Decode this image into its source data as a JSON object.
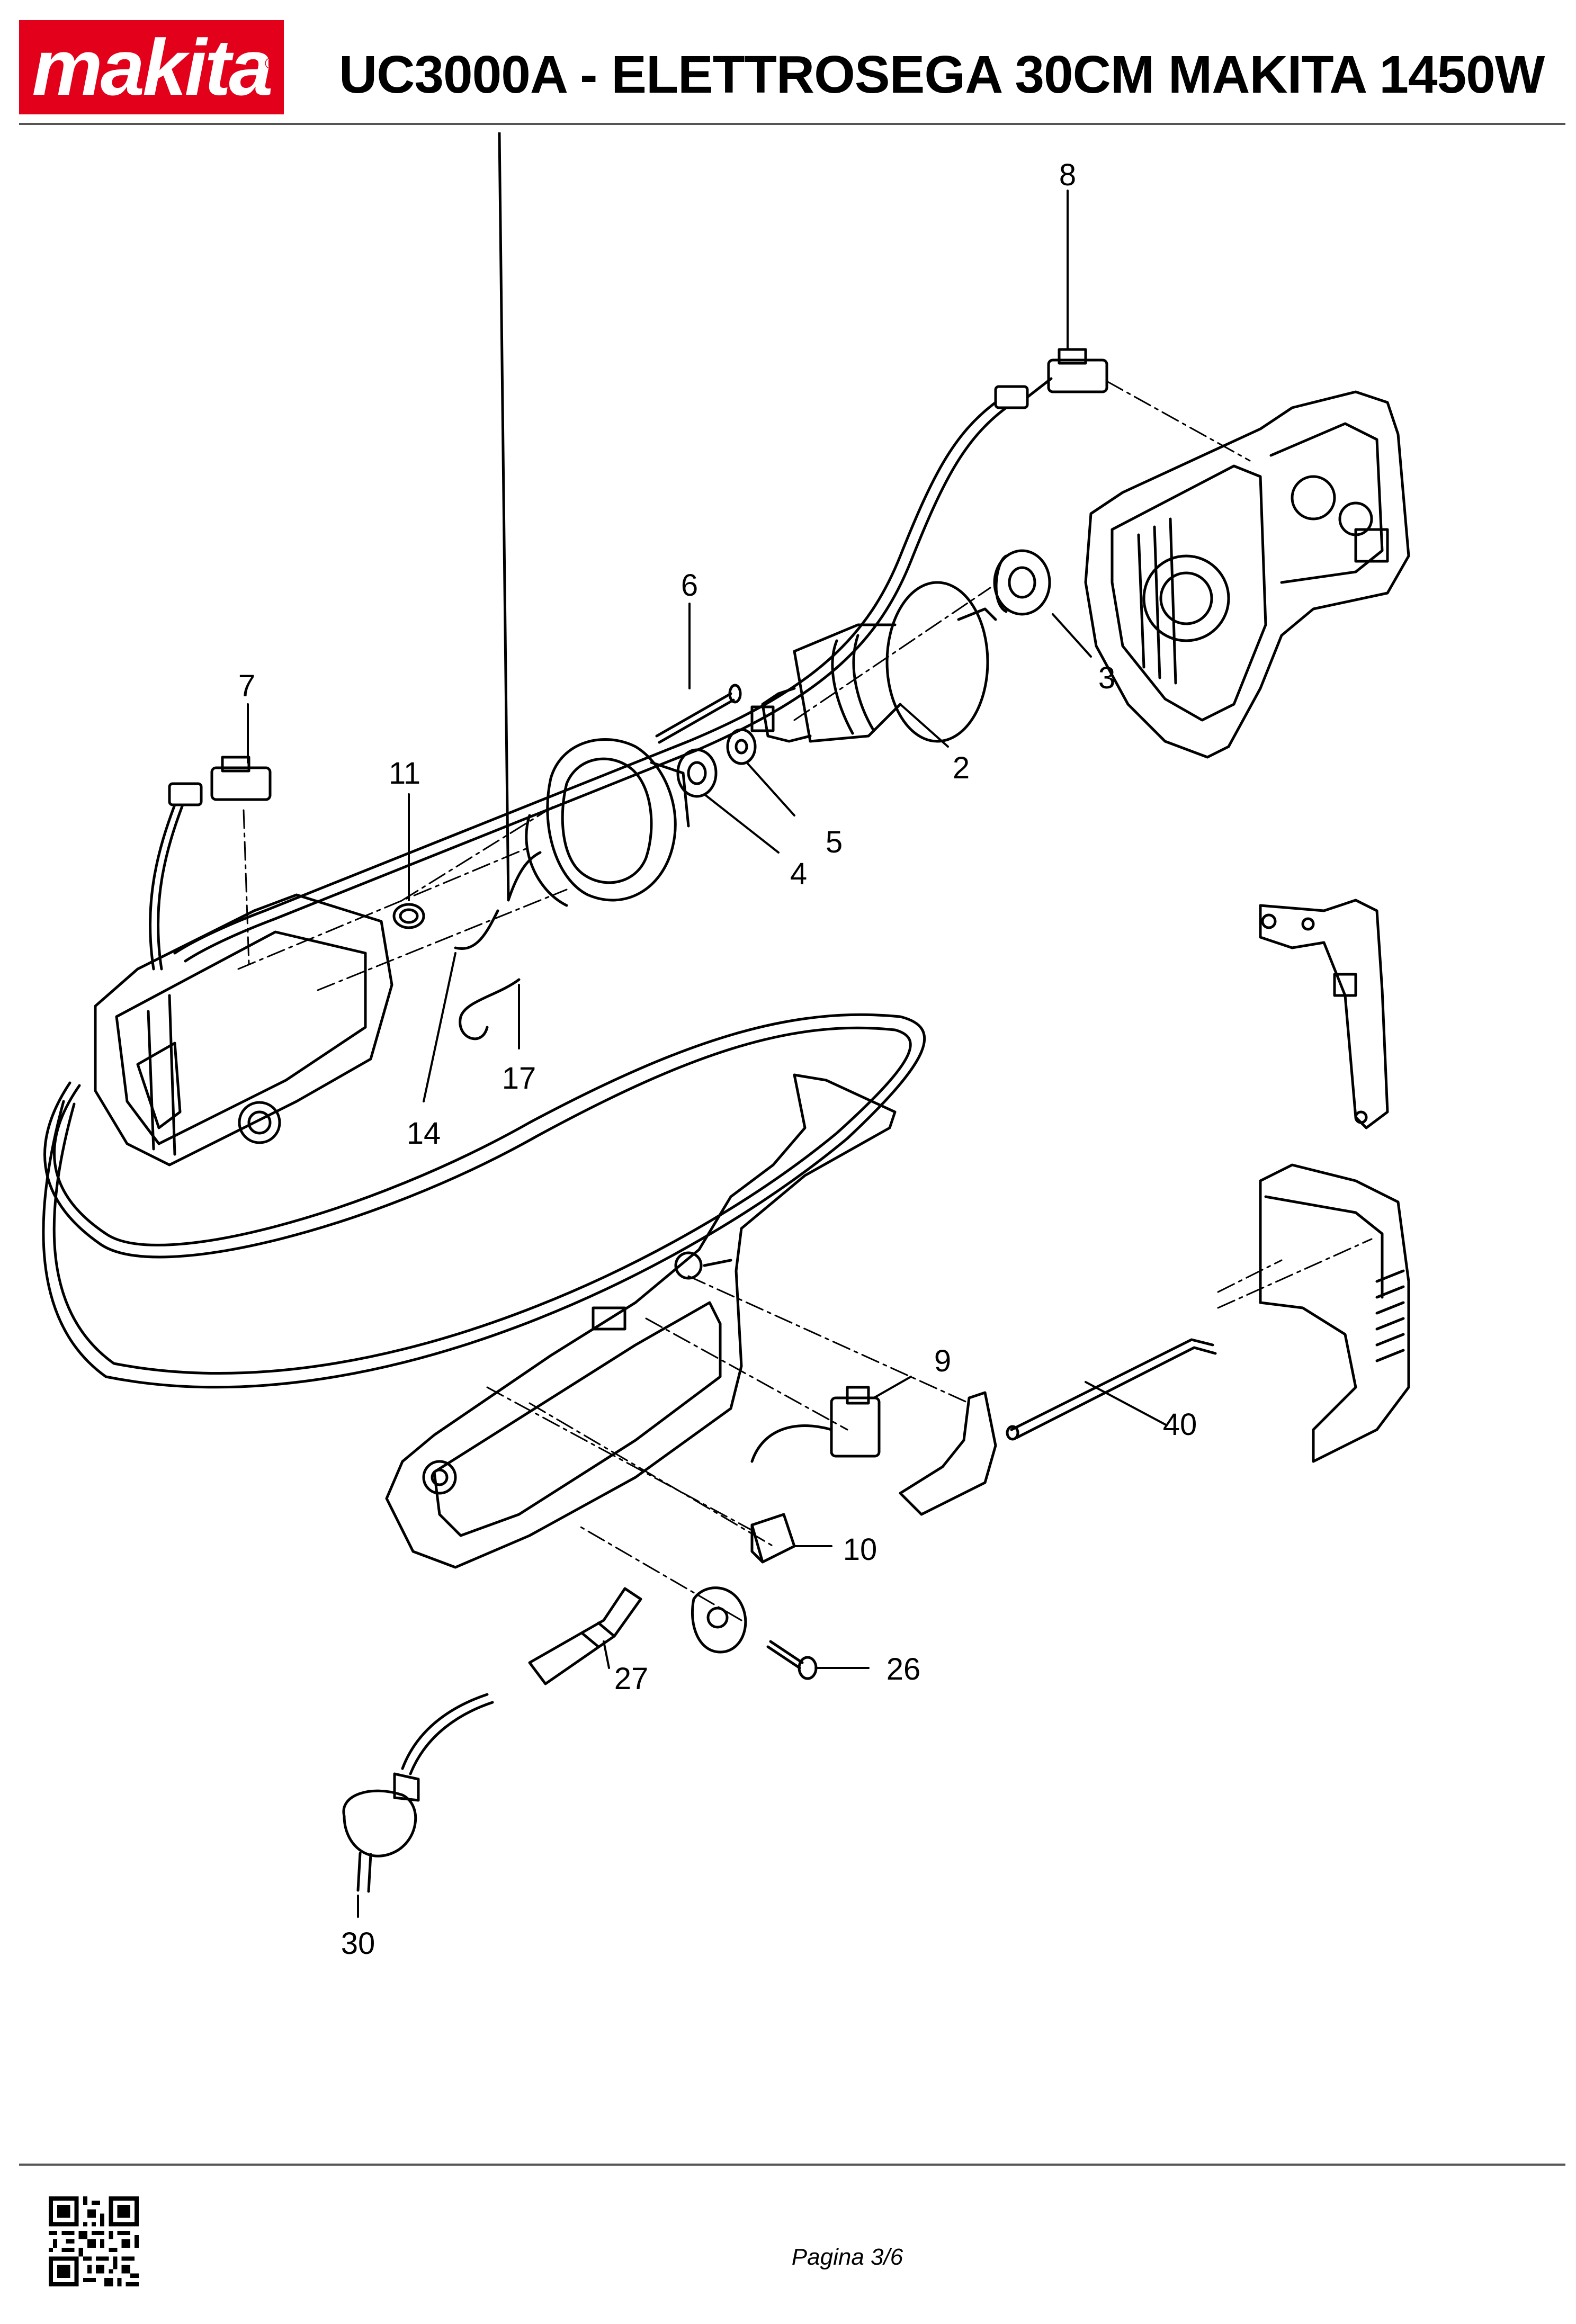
{
  "header": {
    "brand": "makita",
    "registered_mark": "®",
    "title": "UC3000A - ELETTROSEGA 30CM MAKITA 1450W"
  },
  "colors": {
    "brand_red": "#e2001a",
    "line": "#000000"
  },
  "callouts": {
    "c2": "2",
    "c3": "3",
    "c4": "4",
    "c5": "5",
    "c6": "6",
    "c7": "7",
    "c8": "8",
    "c9": "9",
    "c10": "10",
    "c11": "11",
    "c14": "14",
    "c17": "17",
    "c26": "26",
    "c27": "27",
    "c30": "30",
    "c40": "40"
  },
  "footer": {
    "page_label": "Pagina 3/6",
    "qr_icon": "qr-code-icon"
  }
}
